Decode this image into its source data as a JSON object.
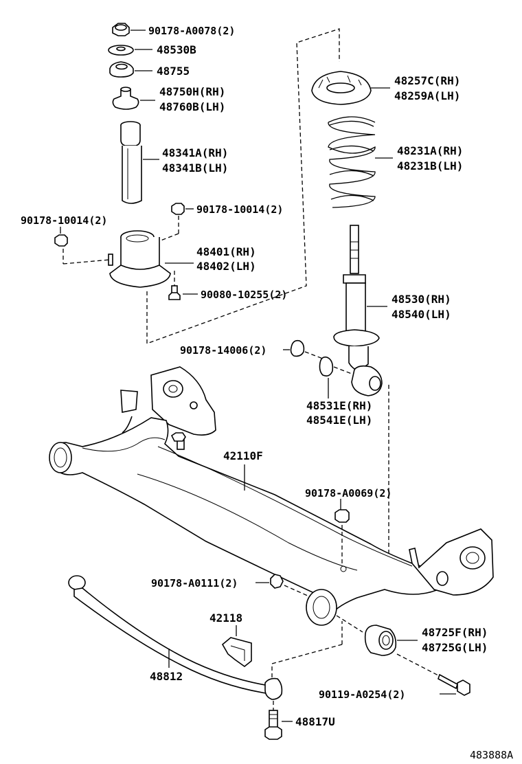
{
  "labels": {
    "l_90178_A0078": "90178-A0078(2)",
    "l_48530B": "48530B",
    "l_48755": "48755",
    "l_48750H": "48750H(RH)",
    "l_48760B": "48760B(LH)",
    "l_48341A": "48341A(RH)",
    "l_48341B": "48341B(LH)",
    "l_90178_10014_right": "90178-10014(2)",
    "l_90178_10014_left": "90178-10014(2)",
    "l_48401": "48401(RH)",
    "l_48402": "48402(LH)",
    "l_90080_10255": "90080-10255(2)",
    "l_48257C": "48257C(RH)",
    "l_48259A": "48259A(LH)",
    "l_48231A": "48231A(RH)",
    "l_48231B": "48231B(LH)",
    "l_48530": "48530(RH)",
    "l_48540": "48540(LH)",
    "l_90178_14006": "90178-14006(2)",
    "l_48531E": "48531E(RH)",
    "l_48541E": "48541E(LH)",
    "l_42110F": "42110F",
    "l_90178_A0069": "90178-A0069(2)",
    "l_90178_A0111": "90178-A0111(2)",
    "l_42118": "42118",
    "l_48725F": "48725F(RH)",
    "l_48725G": "48725G(LH)",
    "l_48812": "48812",
    "l_90119_A0254": "90119-A0254(2)",
    "l_48817U": "48817U",
    "l_ref": "483888A"
  }
}
